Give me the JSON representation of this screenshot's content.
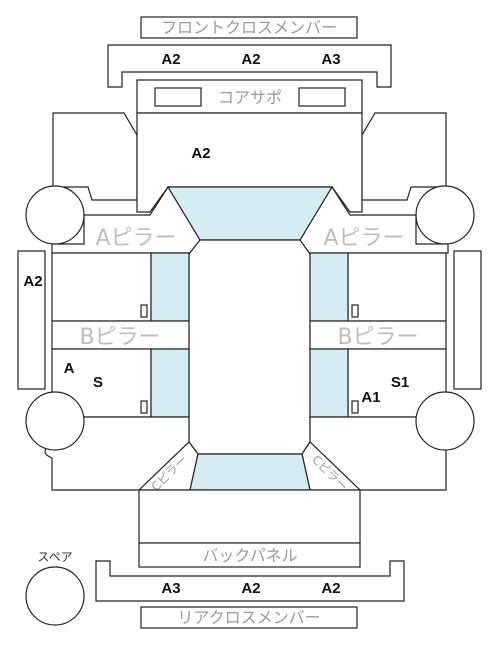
{
  "labels": {
    "front_cross_member": "フロントクロスメンバー",
    "core_support": "コアサポ",
    "a_pillar_left": "Aピラー",
    "a_pillar_right": "Aピラー",
    "b_pillar_left": "Bピラー",
    "b_pillar_right": "Bピラー",
    "c_pillar_left": "Cピラー",
    "c_pillar_right": "Cピラー",
    "back_panel": "バックパネル",
    "rear_cross_member": "リアクロスメンバー",
    "spare": "スペア"
  },
  "grades": {
    "front_cross_1": "A2",
    "front_cross_2": "A2",
    "front_cross_3": "A3",
    "hood": "A2",
    "left_rocker": "A2",
    "left_rear_door_a": "A",
    "left_rear_door_s": "S",
    "right_rear_door_s1": "S1",
    "right_rear_door_a1": "A1",
    "rear_cross_1": "A3",
    "rear_cross_2": "A2",
    "rear_cross_3": "A2"
  },
  "colors": {
    "glass": "#d6ecf3",
    "outline": "#222222",
    "label_gray": "#9a9a9a"
  }
}
